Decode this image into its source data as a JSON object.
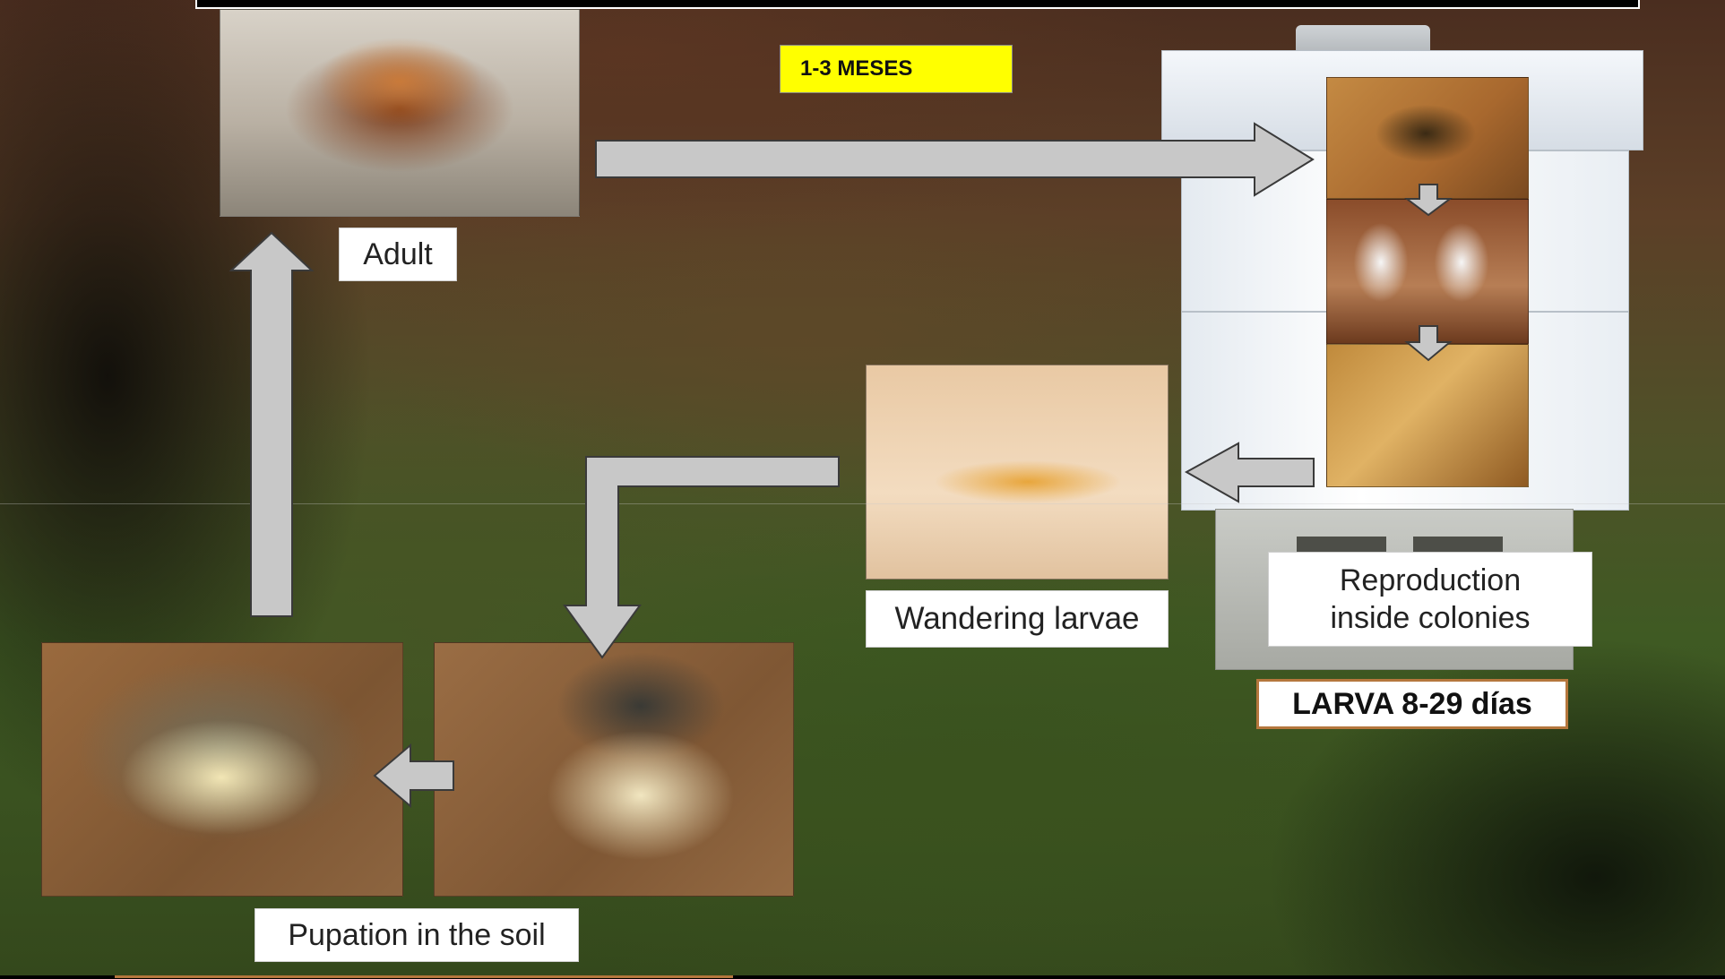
{
  "diagram": {
    "labels": {
      "adult": "Adult",
      "wandering_larvae": "Wandering larvae",
      "reproduction_line1": "Reproduction",
      "reproduction_line2": "inside colonies",
      "pupation": "Pupation in the soil",
      "duration_adult": "1-3 MESES",
      "duration_larva": "LARVA 8-29 días"
    },
    "colors": {
      "arrow_fill": "#c8c8c8",
      "arrow_stroke": "#3a3a3a",
      "highlight_yellow": "#ffff00",
      "accent_brown": "#b5773d"
    }
  }
}
